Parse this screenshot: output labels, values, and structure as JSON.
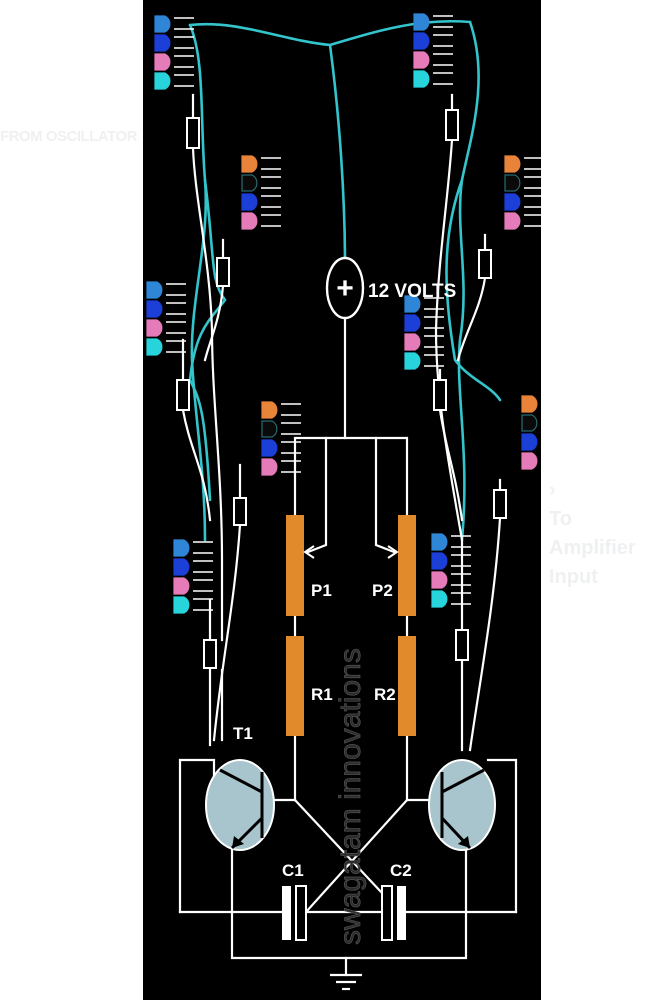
{
  "colors": {
    "background": "#000000",
    "page": "#ffffff",
    "wire_white": "#ffffff",
    "wire_cyan": "#33c4cc",
    "resistor_body": "#e08a2c",
    "transistor_body": "#a8c4cc",
    "led_blue": "#2f86d6",
    "led_darkblue": "#1c3fd8",
    "led_pink": "#e57bb8",
    "led_cyan": "#27d4dc",
    "led_orange": "#e8833a",
    "led_off": "#0a0a0a",
    "watermark": "#2c2c2c",
    "ghost_text": "#eef0f2"
  },
  "labels": {
    "supply": "12 VOLTS",
    "plus_symbol": "+",
    "pot1": "P1",
    "pot2": "P2",
    "res1": "R1",
    "res2": "R2",
    "tr1": "T1",
    "cap1": "C1",
    "cap2": "C2"
  },
  "watermark": "swagatam innovations",
  "ghost": {
    "left": "FROM OSCILLATOR",
    "right_arrow": "›",
    "right_line1": "To",
    "right_line2": "Amplifier",
    "right_line3": "Input"
  },
  "led_columns": [
    {
      "id": "top-left",
      "colors": [
        "blue",
        "darkblue",
        "pink",
        "cyan"
      ]
    },
    {
      "id": "mid-upper-left",
      "colors": [
        "orange",
        "off",
        "darkblue",
        "pink"
      ]
    },
    {
      "id": "mid-left",
      "colors": [
        "blue",
        "darkblue",
        "pink",
        "cyan"
      ]
    },
    {
      "id": "mid-lower-left",
      "colors": [
        "orange",
        "off",
        "darkblue",
        "pink"
      ]
    },
    {
      "id": "bottom-left",
      "colors": [
        "blue",
        "darkblue",
        "pink",
        "cyan"
      ]
    },
    {
      "id": "top-right",
      "colors": [
        "blue",
        "darkblue",
        "pink",
        "cyan"
      ]
    },
    {
      "id": "mid-upper-right",
      "colors": [
        "orange",
        "off",
        "darkblue",
        "pink"
      ]
    },
    {
      "id": "mid-right",
      "colors": [
        "blue",
        "darkblue",
        "pink",
        "cyan"
      ]
    },
    {
      "id": "mid-lower-right",
      "colors": [
        "orange",
        "off",
        "darkblue",
        "pink"
      ]
    },
    {
      "id": "bottom-right",
      "colors": [
        "blue",
        "darkblue",
        "pink",
        "cyan"
      ]
    }
  ]
}
